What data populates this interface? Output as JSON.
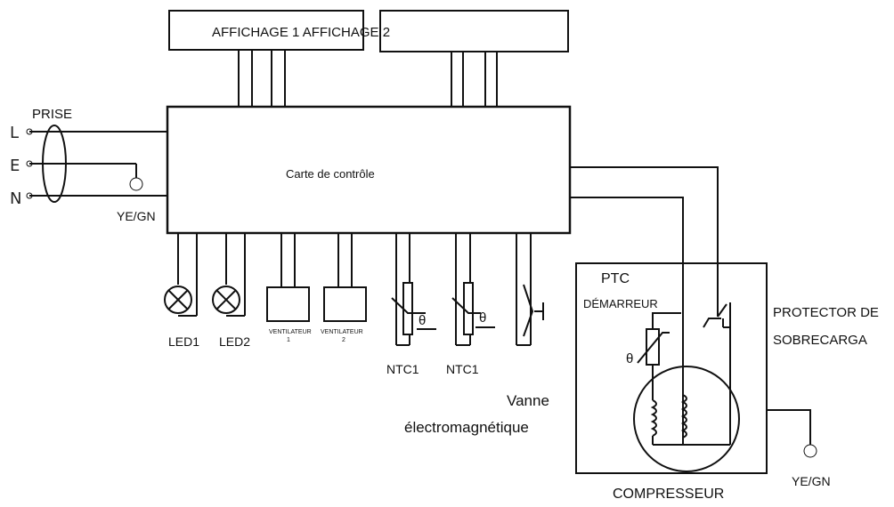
{
  "labels": {
    "display_top": "AFFICHAGE 1 AFFICHAGE 2",
    "control_board": "Carte de contrôle",
    "plug": "PRISE",
    "line_l": "L",
    "line_e": "E",
    "line_n": "N",
    "ground_left": "YE/GN",
    "ground_right": "YE/GN",
    "led1": "LED1",
    "led2": "LED2",
    "fan1_a": "VENTILATEUR",
    "fan1_b": "1",
    "fan2_a": "VENTILATEUR",
    "fan2_b": "2",
    "ntc1_a": "NTC1",
    "ntc1_b": "NTC1",
    "theta_a": "θ",
    "theta_b": "θ",
    "theta_c": "θ",
    "valve_1": "Vanne",
    "valve_2": "électromagnétique",
    "ptc": "PTC",
    "starter": "DÉMARREUR",
    "protector_1": "PROTECTOR DE",
    "protector_2": "SOBRECARGA",
    "compressor": "COMPRESSEUR"
  }
}
